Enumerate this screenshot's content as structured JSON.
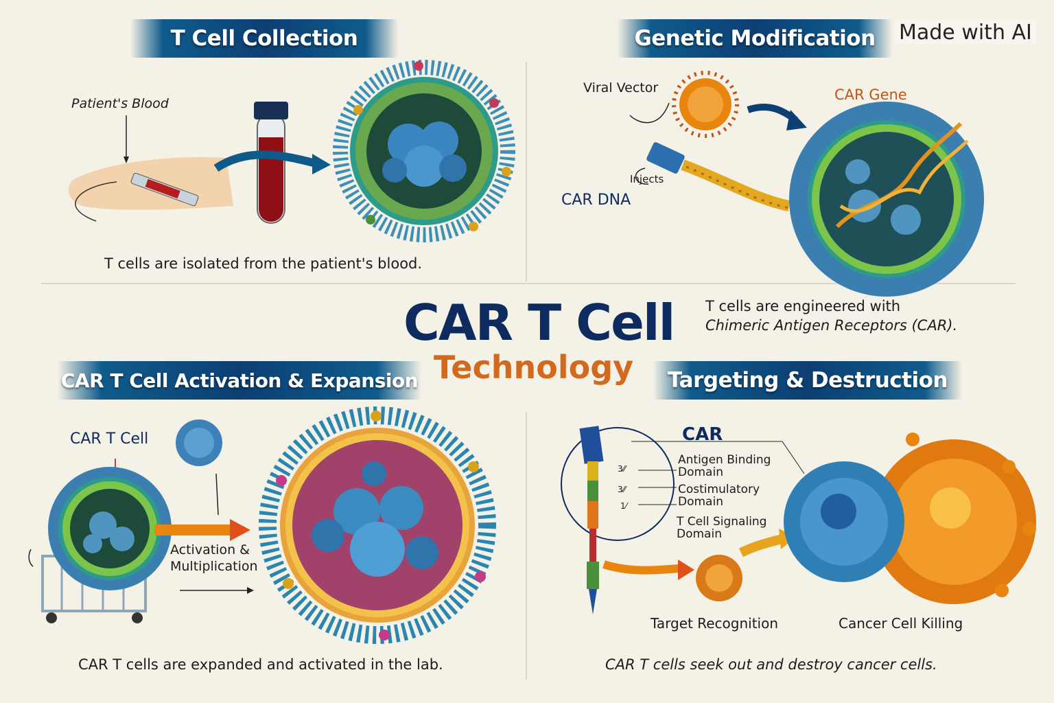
{
  "watermark": "Made with AI",
  "title": {
    "line1": "CAR T Cell",
    "line2": "Technology"
  },
  "panels": {
    "collection": {
      "heading": "T Cell Collection",
      "label_blood": "Patient's Blood",
      "caption": "T cells are isolated from the patient's blood."
    },
    "modification": {
      "heading": "Genetic Modification",
      "label_vector": "Viral Vector",
      "label_gene": "CAR Gene",
      "label_injects": "Injects",
      "label_dna": "CAR DNA",
      "caption_line1": "T cells are engineered with",
      "caption_line2": "Chimeric Antigen Receptors (CAR)."
    },
    "expansion": {
      "heading": "CAR T Cell Activation & Expansion",
      "label_cart": "CAR T Cell",
      "label_activation1": "Activation &",
      "label_activation2": "Multiplication",
      "caption": "CAR T cells are expanded and activated in the lab."
    },
    "targeting": {
      "heading": "Targeting & Destruction",
      "label_car": "CAR",
      "domains": [
        {
          "num": "3⁄⁄",
          "line1": "Antigen Binding",
          "line2": "Domain"
        },
        {
          "num": "3⁄⁄",
          "line1": "Costimulatory",
          "line2": "Domain"
        },
        {
          "num": "1⁄",
          "line1": "T Cell Signaling",
          "line2": "Domain"
        }
      ],
      "label_recognition": "Target Recognition",
      "label_killing": "Cancer Cell Killing",
      "caption": "CAR T cells seek out and destroy cancer cells."
    }
  },
  "colors": {
    "navy": "#0d2b5e",
    "orange": "#d2691e",
    "blue_cell": "#2f7fb5",
    "cancer": "#e8850f"
  }
}
